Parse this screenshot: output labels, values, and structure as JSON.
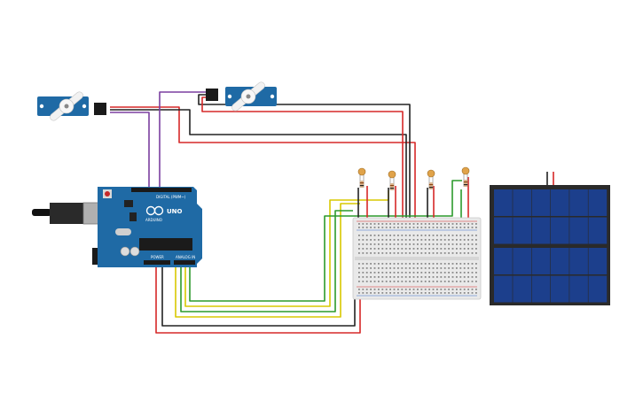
{
  "board": {
    "model_label": "UNO",
    "brand_label": "ARDUINO",
    "digital_label": "DIGITAL (PWM~)",
    "power_label": "POWER",
    "analog_label": "ANALOG IN",
    "color": "#1f6aa5"
  },
  "breadboard": {
    "color": "#e9e9e9"
  },
  "solar_panel": {
    "cell_color": "#1c3f8c",
    "frame_color": "#2a2a2a"
  },
  "servos": {
    "body_color": "#1f6aa5",
    "count": 2
  },
  "photoresistors": {
    "count": 4
  },
  "wire_colors": {
    "red": "#d62828",
    "black": "#222222",
    "purple": "#7b3fa0",
    "green": "#2c9a2c",
    "yellow": "#d8c800"
  },
  "icons": {
    "board": "arduino-uno-icon",
    "usb": "usb-connector-icon",
    "servo": "servo-motor-icon",
    "ldr": "photoresistor-icon",
    "solar": "solar-panel-icon"
  }
}
